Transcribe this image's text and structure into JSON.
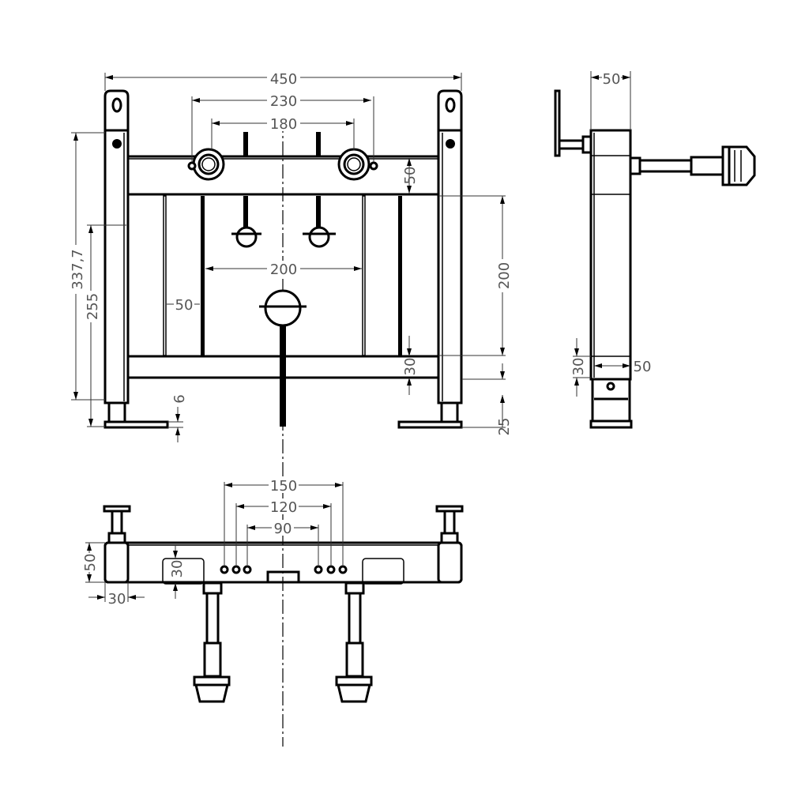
{
  "front_view": {
    "dims": {
      "overall_width": "450",
      "outer_fittings": "230",
      "inner_fittings": "180",
      "top_rail_height": "50",
      "inner_bars": "200",
      "bar_gap": "50",
      "vertical_200": "200",
      "bottom_rail_height": "30",
      "foot_25": "25",
      "height_337": "337,7",
      "height_255": "255",
      "foot_6": "6"
    }
  },
  "side_view": {
    "dims": {
      "depth": "50",
      "rail_30": "30",
      "rail_50": "50"
    }
  },
  "top_view": {
    "dims": {
      "holes_150": "150",
      "holes_120": "120",
      "holes_90": "90",
      "depth_50": "50",
      "post_30": "30",
      "recess_30": "30"
    }
  },
  "colors": {
    "line": "#000000",
    "dimension": "#555555"
  }
}
